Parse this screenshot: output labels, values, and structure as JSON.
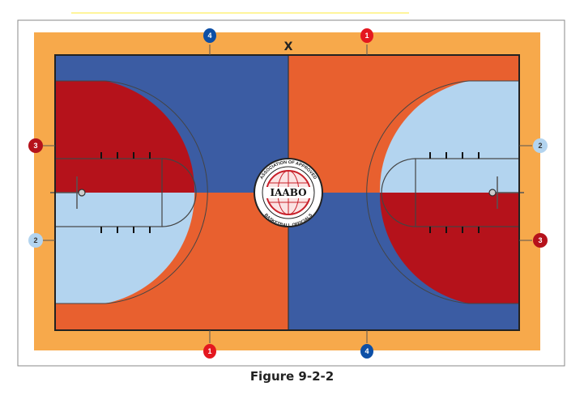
{
  "figure": {
    "caption": "Figure 9-2-2",
    "center_mark": "X",
    "logo": {
      "initials": "IAABO",
      "ring_text_top": "ASSOCIATION OF APPROVED",
      "ring_text_bottom": "BASKETBALL OFFICIALS"
    },
    "markers": {
      "top_left": "4",
      "top_right": "1",
      "left_upper": "3",
      "left_lower": "2",
      "right_upper": "2",
      "right_lower": "3",
      "bottom_left": "1",
      "bottom_right": "4"
    },
    "colors": {
      "blue": "#3b5ca3",
      "orange": "#e8602f",
      "red": "#b5121b",
      "light_blue": "#b3d4ef",
      "border": "#f7a94b",
      "marker_red": "#e4171f",
      "marker_blue": "#0d4fa6"
    }
  }
}
